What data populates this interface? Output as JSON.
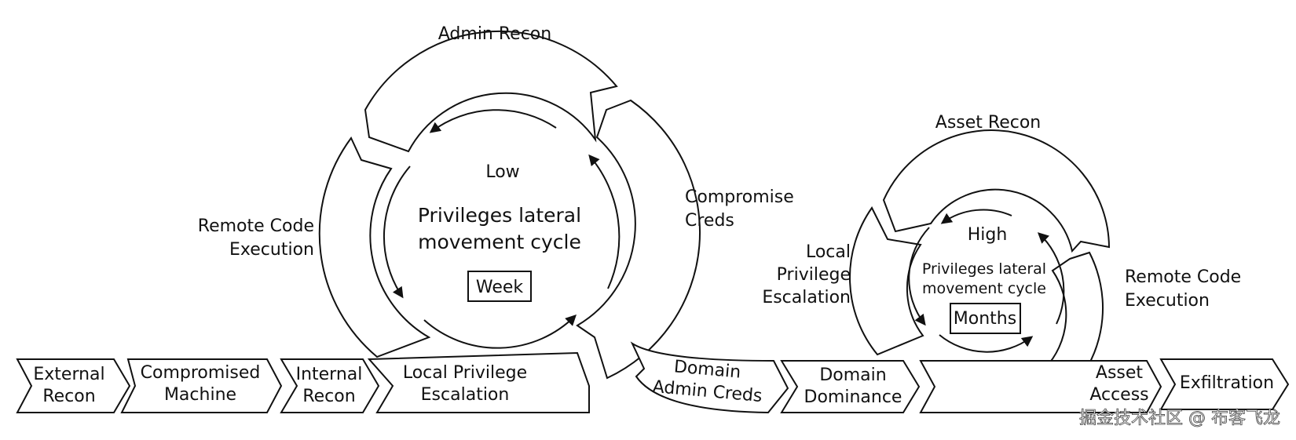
{
  "chevrons": [
    {
      "line1": "External",
      "line2": "Recon"
    },
    {
      "line1": "Compromised",
      "line2": "Machine"
    },
    {
      "line1": "Internal",
      "line2": "Recon"
    },
    {
      "line1": "Local Privilege",
      "line2": "Escalation"
    },
    {
      "line1": "Domain",
      "line2": "Admin Creds"
    },
    {
      "line1": "Domain",
      "line2": "Dominance"
    },
    {
      "line1": "Asset",
      "line2": "Access"
    },
    {
      "line1": "Exfiltration",
      "line2": ""
    }
  ],
  "cycle_left": {
    "privilege": "Low",
    "title_line1": "Privileges lateral",
    "title_line2": "movement cycle",
    "duration": "Week",
    "stages": {
      "top": "Admin Recon",
      "right_line1": "Compromise",
      "right_line2": "Creds",
      "left_line1": "Remote Code",
      "left_line2": "Execution"
    }
  },
  "cycle_right": {
    "privilege": "High",
    "title_line1": "Privileges lateral",
    "title_line2": "movement cycle",
    "duration": "Months",
    "stages": {
      "top": "Asset Recon",
      "left_line1": "Local",
      "left_line2": "Privilege",
      "left_line3": "Escalation",
      "right_line1": "Remote Code",
      "right_line2": "Execution"
    }
  },
  "watermark": "掘金技术社区 @ 布客飞龙"
}
